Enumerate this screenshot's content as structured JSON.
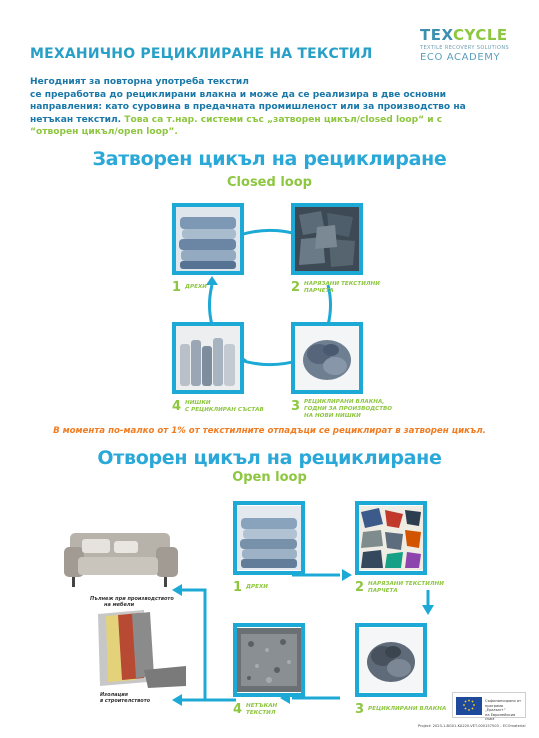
{
  "header": {
    "title": "МЕХАНИЧНО РЕЦИКЛИРАНЕ НА ТЕКСТИЛ",
    "logo_part1": "TEX",
    "logo_part2": "CYCLE",
    "logo_tagline": "TEXTILE RECOVERY SOLUTIONS",
    "logo_academy": "ECO ACADEMY"
  },
  "intro": {
    "line1": "Негодният за повторна употреба текстил",
    "line2": "се преработва до рециклирани влакна и може да се реализира в две основни",
    "line3": "направления: като суровина в предачната промишленост или за производство на",
    "line4a": "нетъкан текстил. ",
    "line4b": "Това са т.нар. системи със „затворен цикъл/closed loop“ и с",
    "line5": "“отворен цикъл/open loop”."
  },
  "closed_loop": {
    "title": "Затворен цикъл на рециклиране",
    "subtitle": "Closed loop",
    "steps": [
      {
        "num": "1",
        "label": "ДРЕХИ"
      },
      {
        "num": "2",
        "label1": "НАРЯЗАНИ ТЕКСТИЛНИ",
        "label2": "ПАРЧЕТА"
      },
      {
        "num": "3",
        "label1": "РЕЦИКЛИРАНИ ВЛАКНА,",
        "label2": "ГОДНИ ЗА ПРОИЗВОДСТВО",
        "label3": "НА НОВИ НИШКИ"
      },
      {
        "num": "4",
        "label1": "НИШКИ",
        "label2": "С РЕЦИКЛИРАН СЪСТАВ"
      }
    ],
    "fact": "В момента по-малко от 1% от текстилните отпадъци се рециклират в затворен цикъл."
  },
  "open_loop": {
    "title": "Отворен цикъл на рециклиране",
    "subtitle": "Open loop",
    "steps": [
      {
        "num": "1",
        "label": "ДРЕХИ"
      },
      {
        "num": "2",
        "label1": "НАРЯЗАНИ ТЕКСТИЛНИ",
        "label2": "ПАРЧЕТА"
      },
      {
        "num": "3",
        "label": "РЕЦИКЛИРАНИ ВЛАКНА"
      },
      {
        "num": "4",
        "label1": "НЕТЪКАН",
        "label2": "ТЕКСТИЛ"
      }
    ],
    "side1_l1": "Пълнеж при производството",
    "side1_l2": "на мебели",
    "side2_l1": "Изолация",
    "side2_l2": "в строителството"
  },
  "footer": {
    "eu_l1": "Съфинансирано от програма",
    "eu_l2": "„Еразъм+“",
    "eu_l3": "на Европейския съюз",
    "project": "Project: 2023-1-BG01-KA220-VET-000157503 – ECOmaterial"
  },
  "colors": {
    "accent_blue": "#1da9d6",
    "green": "#8dc63f",
    "orange": "#f07c22"
  }
}
